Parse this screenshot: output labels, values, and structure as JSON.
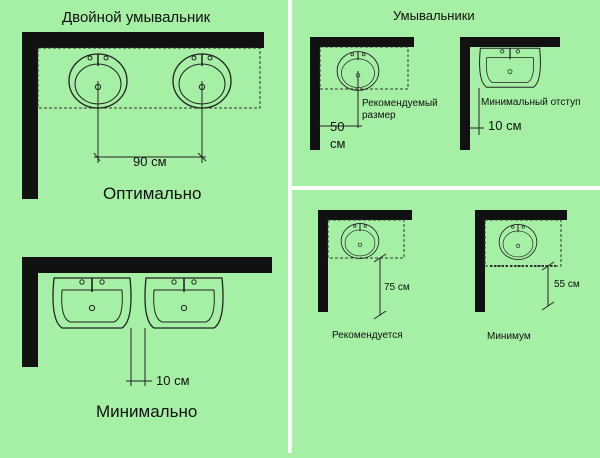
{
  "colors": {
    "background": "#a6f0a6",
    "wall": "#111111",
    "line": "#222222",
    "divider": "#ffffff"
  },
  "double_sink": {
    "title": "Двойной умывальник",
    "optimal": {
      "distance": "90 см",
      "caption": "Оптимально"
    },
    "minimal": {
      "distance": "10 см",
      "caption": "Минимально"
    }
  },
  "sinks": {
    "title": "Умывальники",
    "recommended": {
      "distance": "50 см",
      "note": "Рекомендуемый размер"
    },
    "minimal": {
      "distance": "10 см",
      "note": "Минимальный отступ"
    }
  },
  "front": {
    "recommended": {
      "distance": "75 см",
      "caption": "Рекомендуется"
    },
    "minimum": {
      "distance": "55 см",
      "caption": "Минимум"
    }
  }
}
